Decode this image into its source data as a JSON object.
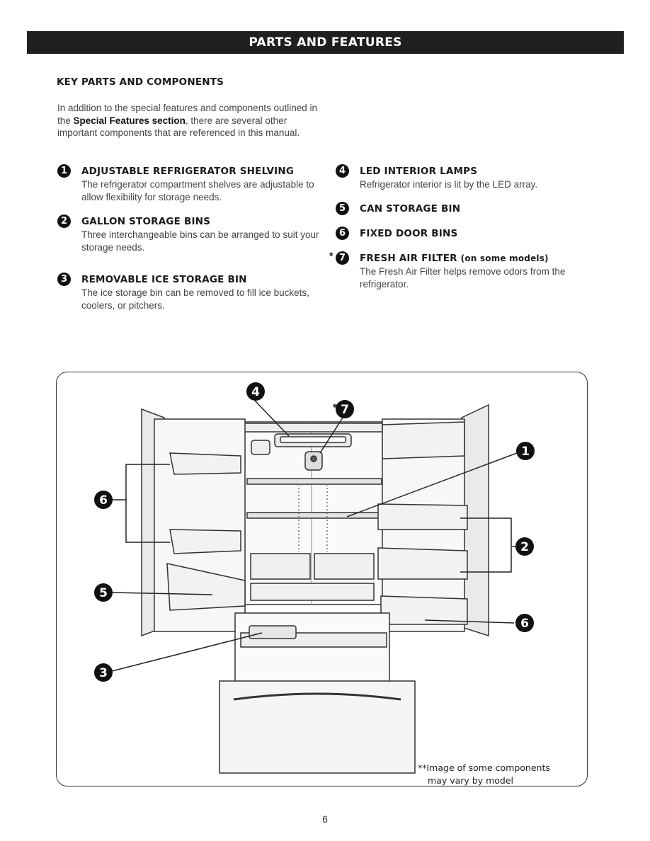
{
  "header": {
    "title": "PARTS AND FEATURES"
  },
  "section": {
    "title": "KEY PARTS AND COMPONENTS"
  },
  "intro": {
    "before": "In addition to the special features and components outlined in the ",
    "bold": "Special Features section",
    "after": ", there are several other important components that are referenced in this manual."
  },
  "items": [
    {
      "number": "1",
      "title": "ADJUSTABLE REFRIGERATOR SHELVING",
      "desc": "The refrigerator compartment shelves are adjustable to allow flexibility for storage needs."
    },
    {
      "number": "2",
      "title": "GALLON STORAGE BINS",
      "desc": "Three interchangeable bins can be arranged to suit your storage needs."
    },
    {
      "number": "3",
      "title": "REMOVABLE ICE STORAGE BIN",
      "desc": "The ice storage bin can be removed to fill ice buckets, coolers, or pitchers."
    },
    {
      "number": "4",
      "title": "LED INTERIOR LAMPS",
      "desc": "Refrigerator interior is lit by the LED array."
    },
    {
      "number": "5",
      "title": "CAN STORAGE BIN",
      "desc": ""
    },
    {
      "number": "6",
      "title": "FIXED DOOR BINS",
      "desc": ""
    },
    {
      "number": "7",
      "prefix": "*",
      "title": "FRESH AIR FILTER",
      "title_suffix": "(on some models)",
      "desc": "The Fresh Air Filter helps remove odors from the refrigerator."
    }
  ],
  "diagram": {
    "callouts": {
      "c4": "4",
      "c7": "7",
      "c7_prefix": "*",
      "c1": "1",
      "c6a": "6",
      "c2": "2",
      "c5": "5",
      "c6b": "6",
      "c3": "3"
    },
    "note_line1": "**Image of some components",
    "note_line2": "may vary by model"
  },
  "page_number": "6"
}
